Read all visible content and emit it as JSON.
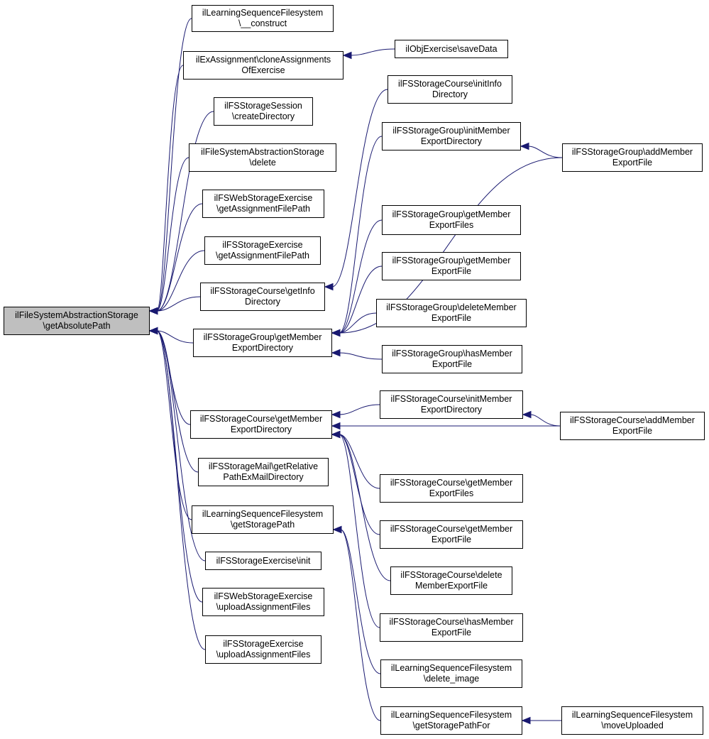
{
  "colors": {
    "edge": "#191970",
    "root_fill": "#bfbfbf",
    "node_fill": "#ffffff",
    "border": "#000000"
  },
  "nodes": {
    "root": {
      "lines": [
        "ilFileSystemAbstractionStorage",
        "\\getAbsolutePath"
      ]
    },
    "lsfs_construct": {
      "lines": [
        "ilLearningSequenceFilesystem",
        "\\__construct"
      ]
    },
    "exassign_clone": {
      "lines": [
        "ilExAssignment\\cloneAssignments",
        "OfExercise"
      ]
    },
    "objex_save": {
      "lines": [
        "ilObjExercise\\saveData"
      ]
    },
    "session_createdir": {
      "lines": [
        "ilFSStorageSession",
        "\\createDirectory"
      ]
    },
    "fsas_delete": {
      "lines": [
        "ilFileSystemAbstractionStorage",
        "\\delete"
      ]
    },
    "webex_getpath": {
      "lines": [
        "ilFSWebStorageExercise",
        "\\getAssignmentFilePath"
      ]
    },
    "ex_getpath": {
      "lines": [
        "ilFSStorageExercise",
        "\\getAssignmentFilePath"
      ]
    },
    "course_getinfo": {
      "lines": [
        "ilFSStorageCourse\\getInfo",
        "Directory"
      ]
    },
    "course_initinfo": {
      "lines": [
        "ilFSStorageCourse\\initInfo",
        "Directory"
      ]
    },
    "group_initmember": {
      "lines": [
        "ilFSStorageGroup\\initMember",
        "ExportDirectory"
      ]
    },
    "group_addmember": {
      "lines": [
        "ilFSStorageGroup\\addMember",
        "ExportFile"
      ]
    },
    "group_getfiles": {
      "lines": [
        "ilFSStorageGroup\\getMember",
        "ExportFiles"
      ]
    },
    "group_getfile": {
      "lines": [
        "ilFSStorageGroup\\getMember",
        "ExportFile"
      ]
    },
    "group_deletefile": {
      "lines": [
        "ilFSStorageGroup\\deleteMember",
        "ExportFile"
      ]
    },
    "group_getdir": {
      "lines": [
        "ilFSStorageGroup\\getMember",
        "ExportDirectory"
      ]
    },
    "group_hasfile": {
      "lines": [
        "ilFSStorageGroup\\hasMember",
        "ExportFile"
      ]
    },
    "course_getdir": {
      "lines": [
        "ilFSStorageCourse\\getMember",
        "ExportDirectory"
      ]
    },
    "course_initmember": {
      "lines": [
        "ilFSStorageCourse\\initMember",
        "ExportDirectory"
      ]
    },
    "course_addmember": {
      "lines": [
        "ilFSStorageCourse\\addMember",
        "ExportFile"
      ]
    },
    "course_getfiles": {
      "lines": [
        "ilFSStorageCourse\\getMember",
        "ExportFiles"
      ]
    },
    "course_getfile": {
      "lines": [
        "ilFSStorageCourse\\getMember",
        "ExportFile"
      ]
    },
    "course_deletefile": {
      "lines": [
        "ilFSStorageCourse\\delete",
        "MemberExportFile"
      ]
    },
    "course_hasfile": {
      "lines": [
        "ilFSStorageCourse\\hasMember",
        "ExportFile"
      ]
    },
    "mail_getrel": {
      "lines": [
        "ilFSStorageMail\\getRelative",
        "PathExMailDirectory"
      ]
    },
    "lsfs_getpath": {
      "lines": [
        "ilLearningSequenceFilesystem",
        "\\getStoragePath"
      ]
    },
    "lsfs_deleteimg": {
      "lines": [
        "ilLearningSequenceFilesystem",
        "\\delete_image"
      ]
    },
    "lsfs_getpathfor": {
      "lines": [
        "ilLearningSequenceFilesystem",
        "\\getStoragePathFor"
      ]
    },
    "lsfs_move": {
      "lines": [
        "ilLearningSequenceFilesystem",
        "\\moveUploaded"
      ]
    },
    "ex_init": {
      "lines": [
        "ilFSStorageExercise\\init"
      ]
    },
    "webex_upload": {
      "lines": [
        "ilFSWebStorageExercise",
        "\\uploadAssignmentFiles"
      ]
    },
    "ex_upload": {
      "lines": [
        "ilFSStorageExercise",
        "\\uploadAssignmentFiles"
      ]
    }
  },
  "edges": [
    {
      "from": "lsfs_construct",
      "to": "root"
    },
    {
      "from": "exassign_clone",
      "to": "root"
    },
    {
      "from": "session_createdir",
      "to": "root"
    },
    {
      "from": "fsas_delete",
      "to": "root"
    },
    {
      "from": "webex_getpath",
      "to": "root"
    },
    {
      "from": "ex_getpath",
      "to": "root"
    },
    {
      "from": "course_getinfo",
      "to": "root"
    },
    {
      "from": "group_getdir",
      "to": "root"
    },
    {
      "from": "course_getdir",
      "to": "root"
    },
    {
      "from": "mail_getrel",
      "to": "root"
    },
    {
      "from": "lsfs_getpath",
      "to": "root"
    },
    {
      "from": "ex_init",
      "to": "root"
    },
    {
      "from": "webex_upload",
      "to": "root"
    },
    {
      "from": "ex_upload",
      "to": "root"
    },
    {
      "from": "objex_save",
      "to": "exassign_clone"
    },
    {
      "from": "course_initinfo",
      "to": "course_getinfo"
    },
    {
      "from": "group_initmember",
      "to": "group_getdir"
    },
    {
      "from": "group_addmember",
      "to": "group_getdir"
    },
    {
      "from": "group_getfiles",
      "to": "group_getdir"
    },
    {
      "from": "group_getfile",
      "to": "group_getdir"
    },
    {
      "from": "group_deletefile",
      "to": "group_getdir"
    },
    {
      "from": "group_hasfile",
      "to": "group_getdir"
    },
    {
      "from": "group_addmember",
      "to": "group_initmember"
    },
    {
      "from": "course_initmember",
      "to": "course_getdir"
    },
    {
      "from": "course_addmember",
      "to": "course_getdir"
    },
    {
      "from": "course_getfiles",
      "to": "course_getdir"
    },
    {
      "from": "course_getfile",
      "to": "course_getdir"
    },
    {
      "from": "course_deletefile",
      "to": "course_getdir"
    },
    {
      "from": "course_hasfile",
      "to": "course_getdir"
    },
    {
      "from": "course_addmember",
      "to": "course_initmember"
    },
    {
      "from": "lsfs_deleteimg",
      "to": "lsfs_getpath"
    },
    {
      "from": "lsfs_getpathfor",
      "to": "lsfs_getpath"
    },
    {
      "from": "lsfs_move",
      "to": "lsfs_getpathfor"
    }
  ]
}
